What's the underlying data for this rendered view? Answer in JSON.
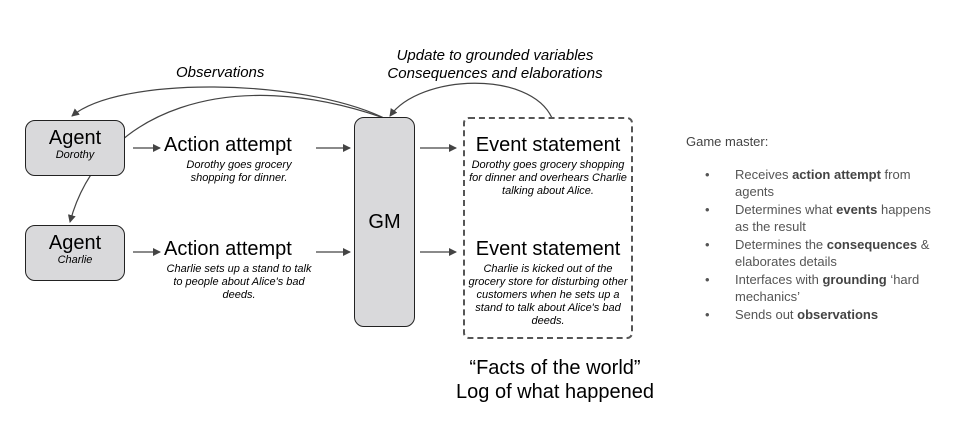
{
  "captions": {
    "observations": "Observations",
    "update_line1": "Update to grounded variables",
    "update_line2": "Consequences and elaborations"
  },
  "agents": [
    {
      "title": "Agent",
      "name": "Dorothy"
    },
    {
      "title": "Agent",
      "name": "Charlie"
    }
  ],
  "actions": [
    {
      "heading": "Action attempt",
      "text": "Dorothy goes grocery shopping for dinner."
    },
    {
      "heading": "Action attempt",
      "text": "Charlie sets up a stand to talk to people about Alice's bad deeds."
    }
  ],
  "gm": {
    "label": "GM"
  },
  "events": [
    {
      "heading": "Event statement",
      "text": "Dorothy goes grocery shopping for dinner and overhears Charlie talking about Alice."
    },
    {
      "heading": "Event statement",
      "text": "Charlie is kicked out of the grocery store for disturbing other customers when he sets up a stand to talk about Alice's bad deeds."
    }
  ],
  "facts": {
    "line1": "“Facts of the world”",
    "line2": "Log of what happened"
  },
  "game_master": {
    "title": "Game master:",
    "bullet": "•",
    "items": [
      {
        "pre": "Receives ",
        "bold": "action attempt",
        "post": " from agents"
      },
      {
        "pre": "Determines what ",
        "bold": "events",
        "post": " happens as the result"
      },
      {
        "pre": "Determines the ",
        "bold": "consequences",
        "post": " & elaborates details"
      },
      {
        "pre": "Interfaces with ",
        "bold": "grounding",
        "post": " ‘hard mechanics’"
      },
      {
        "pre": "Sends out ",
        "bold": "observations",
        "post": ""
      }
    ]
  }
}
